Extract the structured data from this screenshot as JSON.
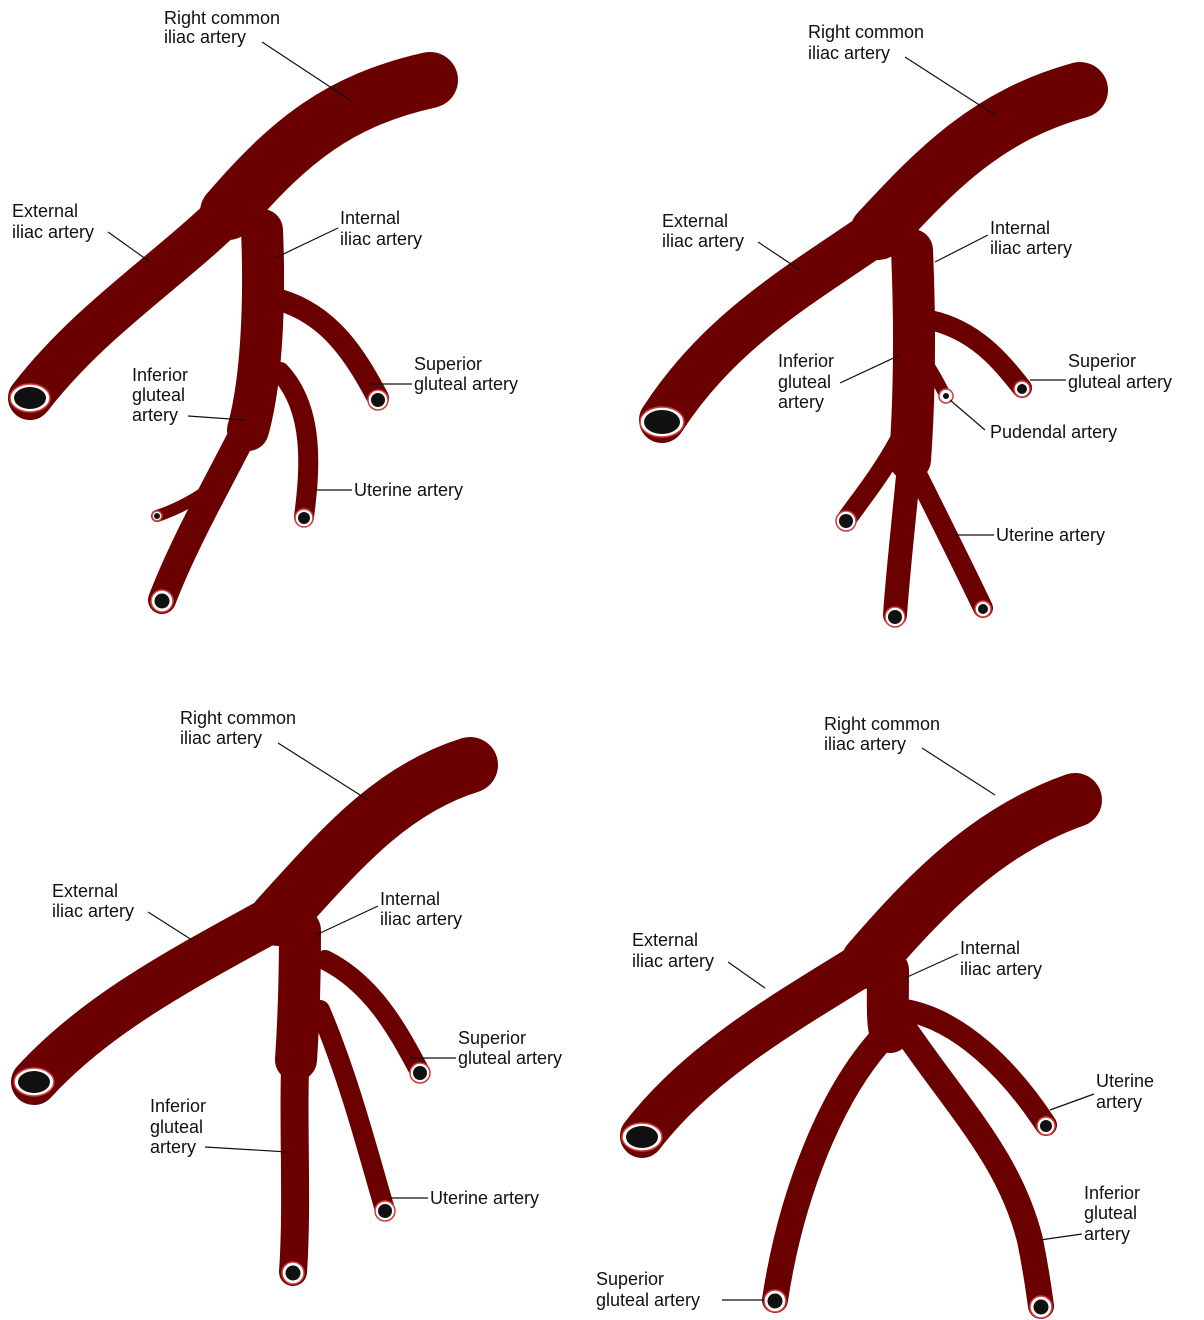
{
  "colors": {
    "vessel": "#6b0000",
    "rim": "#d23a3a",
    "lumen": "#111111",
    "text": "#111111"
  },
  "panels": [
    {
      "id": "a",
      "labels": {
        "common_1": "Right common",
        "common_2": "iliac artery",
        "external_1": "External",
        "external_2": "iliac artery",
        "internal_1": "Internal",
        "internal_2": "iliac artery",
        "superior_1": "Superior",
        "superior_2": "gluteal artery",
        "inferior_1": "Inferior",
        "inferior_2": "gluteal",
        "inferior_3": "artery",
        "uterine_1": "Uterine artery"
      }
    },
    {
      "id": "b",
      "labels": {
        "common_1": "Right common",
        "common_2": "iliac artery",
        "external_1": "External",
        "external_2": "iliac artery",
        "internal_1": "Internal",
        "internal_2": "iliac artery",
        "superior_1": "Superior",
        "superior_2": "gluteal artery",
        "inferior_1": "Inferior",
        "inferior_2": "gluteal",
        "inferior_3": "artery",
        "pudendal_1": "Pudendal artery",
        "uterine_1": "Uterine artery"
      }
    },
    {
      "id": "c",
      "labels": {
        "common_1": "Right common",
        "common_2": "iliac artery",
        "external_1": "External",
        "external_2": "iliac artery",
        "internal_1": "Internal",
        "internal_2": "iliac artery",
        "superior_1": "Superior",
        "superior_2": "gluteal artery",
        "inferior_1": "Inferior",
        "inferior_2": "gluteal",
        "inferior_3": "artery",
        "uterine_1": "Uterine artery"
      }
    },
    {
      "id": "d",
      "labels": {
        "common_1": "Right common",
        "common_2": "iliac artery",
        "external_1": "External",
        "external_2": "iliac artery",
        "internal_1": "Internal",
        "internal_2": "iliac artery",
        "uterine_1": "Uterine",
        "uterine_2": "artery",
        "inferior_1": "Inferior",
        "inferior_2": "gluteal",
        "inferior_3": "artery",
        "superior_1": "Superior",
        "superior_2": "gluteal artery"
      }
    }
  ]
}
